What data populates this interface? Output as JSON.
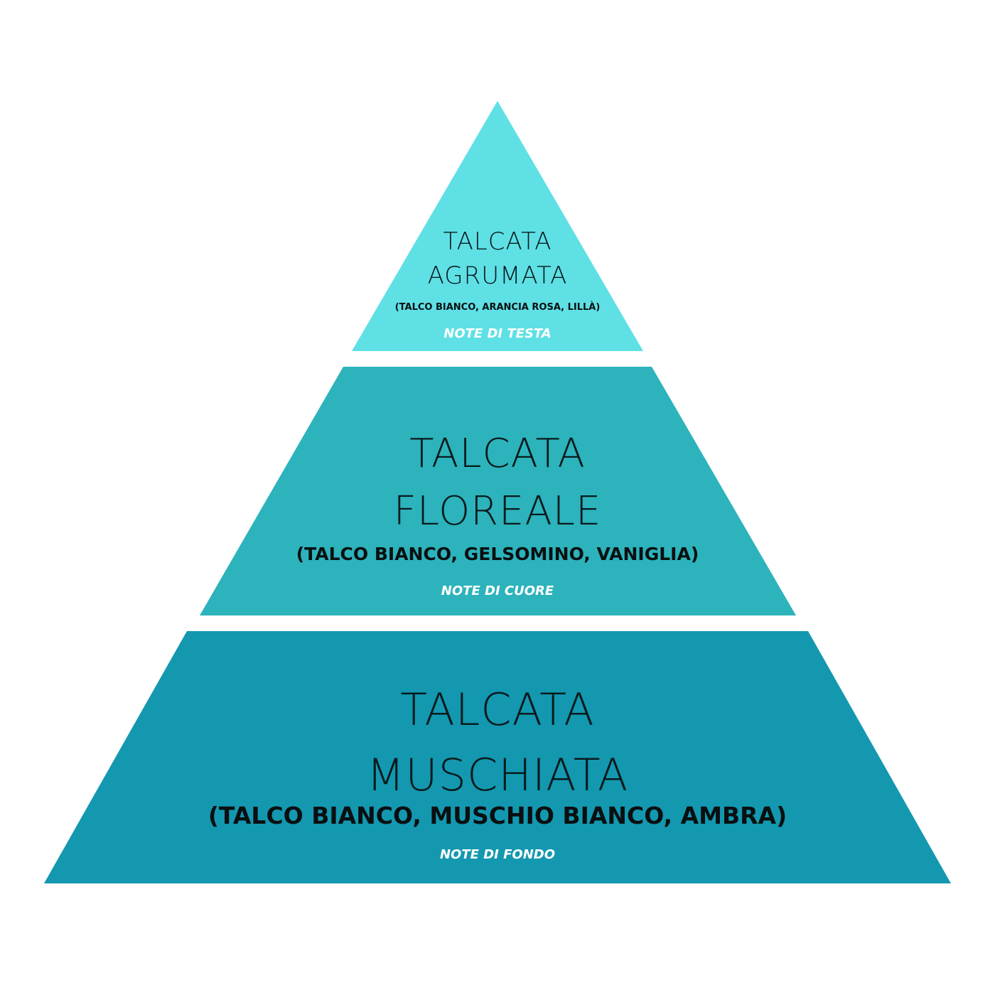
{
  "colors": {
    "background": "#ffffff",
    "top": "#5ee0e5",
    "middle": "#2cb3bc",
    "bottom": "#1398b0",
    "name_text": "#0a1a1c",
    "note_text": "#ffffff"
  },
  "pyramid": {
    "top": {
      "name_line1": "TALCATA",
      "name_line2": "AGRUMATA",
      "ingredients": "(TALCO BIANCO, ARANCIA ROSA, LILLÀ)",
      "note_label": "NOTE DI TESTA"
    },
    "middle": {
      "name_line1": "TALCATA",
      "name_line2": "FLOREALE",
      "ingredients": "(TALCO BIANCO, GELSOMINO, VANIGLIA)",
      "note_label": "NOTE DI CUORE"
    },
    "bottom": {
      "name_line1": "TALCATA",
      "name_line2": "MUSCHIATA",
      "ingredients": "(TALCO BIANCO, MUSCHIO BIANCO, AMBRA)",
      "note_label": "NOTE DI FONDO"
    }
  }
}
